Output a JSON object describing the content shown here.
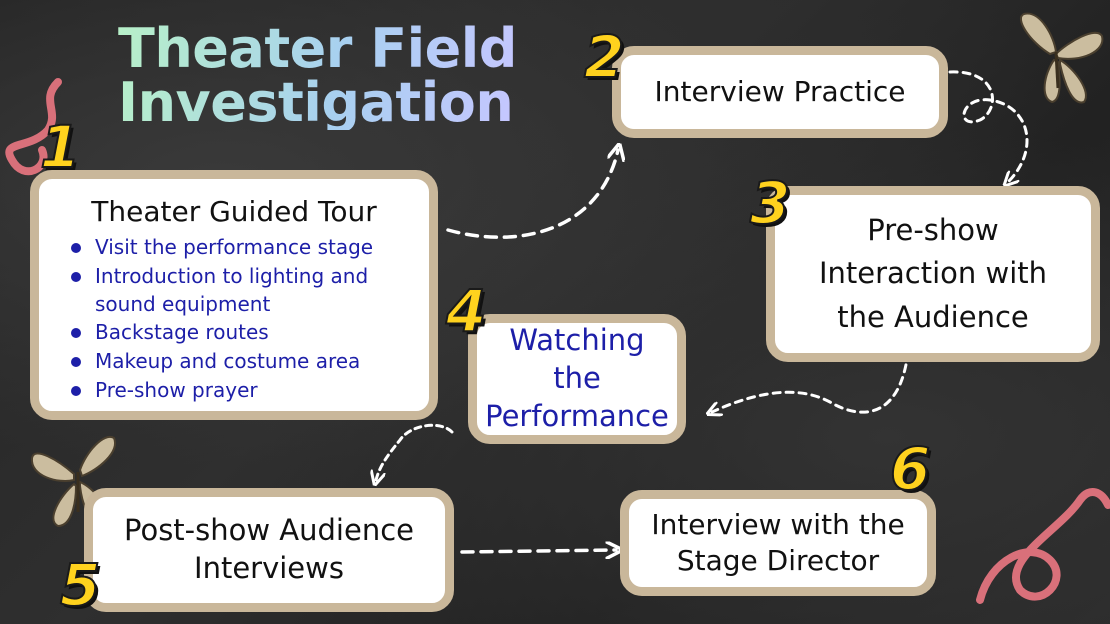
{
  "title_line1": "Theater Field",
  "title_line2": "Investigation",
  "steps": [
    {
      "number": "1",
      "label": "Theater Guided Tour",
      "bullets": [
        "Visit the performance stage",
        "Introduction to lighting and sound equipment",
        "Backstage routes",
        "Makeup and costume area",
        "Pre-show prayer"
      ]
    },
    {
      "number": "2",
      "label": "Interview Practice"
    },
    {
      "number": "3",
      "label_lines": [
        "Pre-show",
        "Interaction with",
        "the Audience"
      ]
    },
    {
      "number": "4",
      "label_lines": [
        "Watching",
        "the",
        "Performance"
      ]
    },
    {
      "number": "5",
      "label_lines": [
        "Post-show Audience",
        "Interviews"
      ]
    },
    {
      "number": "6",
      "label_lines": [
        "Interview with the",
        "Stage Director"
      ]
    }
  ],
  "colors": {
    "box_border": "#c9b79a",
    "number_fill": "#ffd21e",
    "bullet_text": "#1d1fa8",
    "arrow": "#ffffff",
    "ribbon": "#d9707a",
    "butterfly": "#cbbd9f"
  },
  "decorations": [
    "butterfly-icon",
    "butterfly-icon",
    "ribbon-icon",
    "ribbon-icon"
  ]
}
